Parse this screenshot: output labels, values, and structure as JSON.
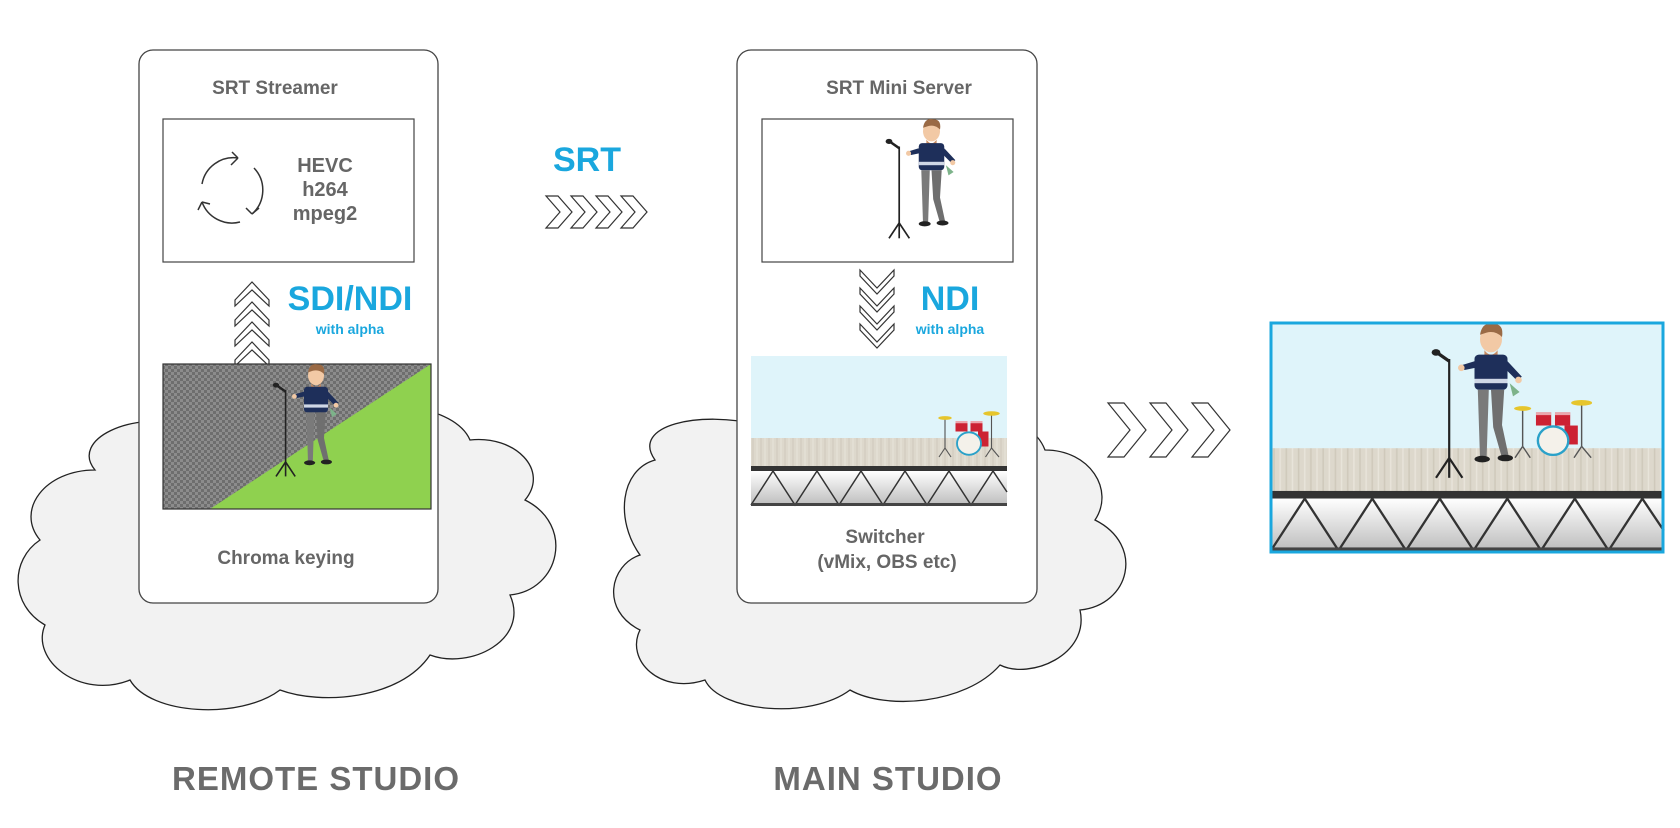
{
  "remote_studio": {
    "label": "REMOTE STUDIO",
    "device_title": "SRT Streamer",
    "codecs": [
      "HEVC",
      "h264",
      "mpeg2"
    ],
    "input_protocol": "SDI/NDI",
    "input_protocol_sub": "with alpha",
    "caption": "Chroma keying"
  },
  "transport": {
    "protocol": "SRT"
  },
  "main_studio": {
    "label": "MAIN STUDIO",
    "device_title": "SRT Mini Server",
    "output_protocol": "NDI",
    "output_protocol_sub": "with alpha",
    "caption_line1": "Switcher",
    "caption_line2": "(vMix, OBS etc)"
  },
  "colors": {
    "accent": "#1aa7de",
    "label_gray": "#666666",
    "cloud_fill": "#f2f2f2",
    "chroma_green": "#8fd14f",
    "sky": "#dff4fa"
  },
  "icons": [
    "refresh-cycle-icon",
    "chevron-up-icon",
    "chevron-right-icon",
    "chevron-down-icon",
    "singer-illustration",
    "drum-kit-illustration"
  ]
}
